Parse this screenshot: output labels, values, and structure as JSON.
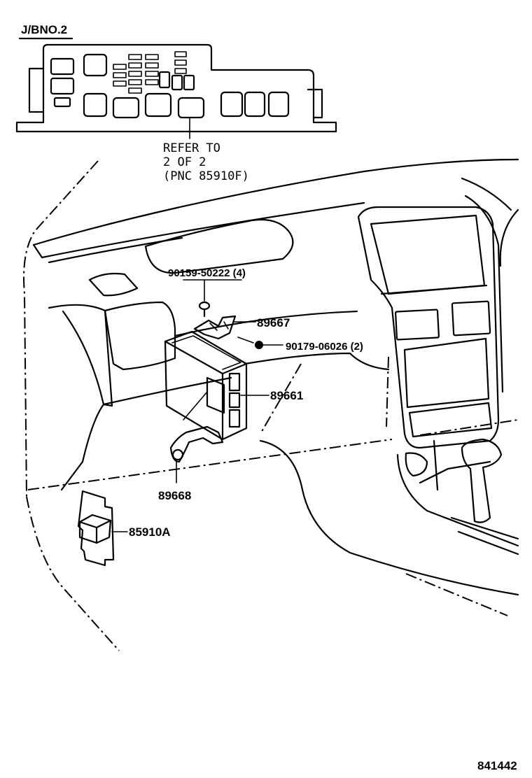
{
  "header": {
    "junction_block": "J/BNO.2"
  },
  "refer_note": {
    "line1": "REFER TO",
    "line2": "2 OF 2",
    "line3": "(PNC 85910F)"
  },
  "callouts": {
    "screw": "90159-50222 (4)",
    "bracket_upper": "89667",
    "nut": "90179-06026 (2)",
    "ecu": "89661",
    "bracket_lower": "89668",
    "relay": "85910A"
  },
  "footer": {
    "figure_number": "841442"
  }
}
